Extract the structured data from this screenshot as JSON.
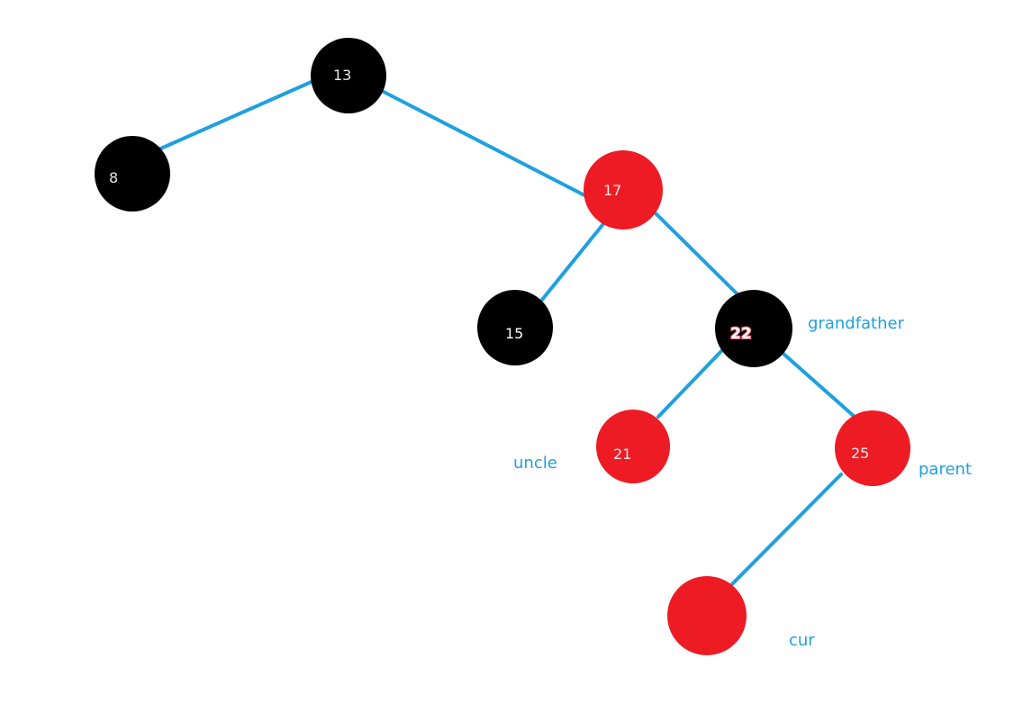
{
  "colors": {
    "edge": "#1fa0e0",
    "black_node": "#000000",
    "red_node": "#ed1c24",
    "label_text": "#1fa0e0"
  },
  "nodes": {
    "n13": {
      "value": "13",
      "color": "black"
    },
    "n8": {
      "value": "8",
      "color": "black"
    },
    "n17": {
      "value": "17",
      "color": "red"
    },
    "n15": {
      "value": "15",
      "color": "black"
    },
    "n22": {
      "value": "22",
      "color": "black"
    },
    "n21": {
      "value": "21",
      "color": "red"
    },
    "n25": {
      "value": "25",
      "color": "red"
    },
    "ncur": {
      "value": "",
      "color": "red"
    }
  },
  "labels": {
    "grandfather": "grandfather",
    "uncle": "uncle",
    "parent": "parent",
    "cur": "cur"
  }
}
